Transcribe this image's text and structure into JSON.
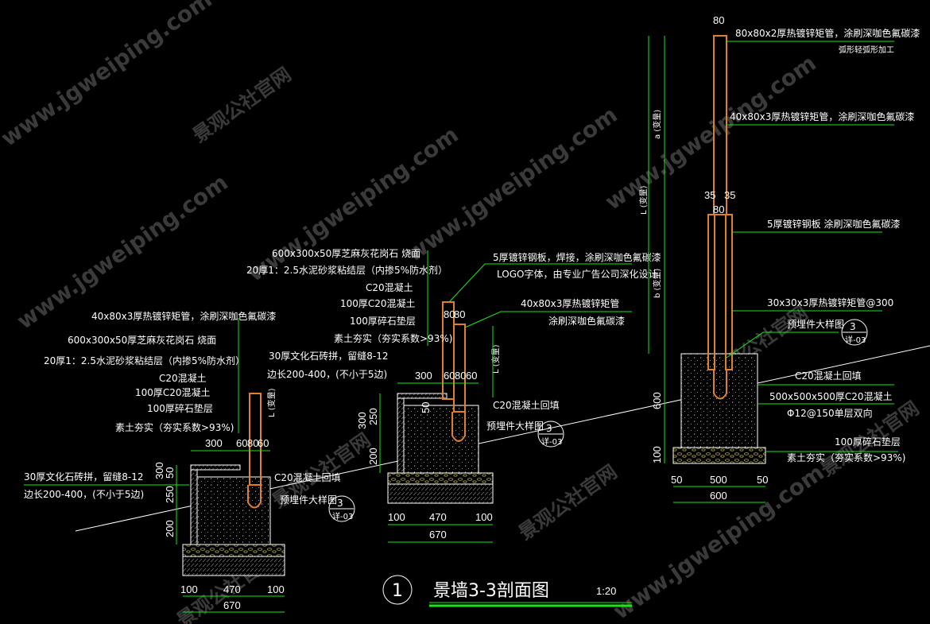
{
  "title": {
    "number": "1",
    "text": "景墙3-3剖面图",
    "scale": "1:20"
  },
  "watermark": {
    "url": "www.jgweiping.com",
    "cn": "景观公社官网"
  },
  "detail_ref": {
    "number": "3",
    "sheet": "详-03"
  },
  "colors": {
    "background": "#000000",
    "dim_line": "#19e619",
    "steel": "#e0802a",
    "text": "#ffffff",
    "concrete_hatch": "#cfcfcf",
    "gravel": "#c8c050"
  },
  "left_section": {
    "labels": [
      "40x80x3厚热镀锌矩管，涂刷深咖色氟碳漆",
      "600x300x50厚芝麻灰花岗石  烧面",
      "20厚1：2.5水泥砂浆粘结层（内掺5%防水剂）",
      "C20混凝土",
      "100厚C20混凝土",
      "100厚碎石垫层",
      "素土夯实（夯实系数>93%)"
    ],
    "stone_label_1": "30厚文化石砖拼，留缝8-12",
    "stone_label_2": "边长200-400，(不小于5边)",
    "backfill": "C20混凝土回填",
    "embed": "预埋件大样图",
    "length_tag": "L (变量)",
    "dims_top": [
      "300",
      "60",
      "80",
      "60"
    ],
    "dims_left": [
      "50",
      "250",
      "300",
      "200"
    ],
    "dims_bottom": [
      "100",
      "470",
      "100"
    ],
    "dim_total": "670"
  },
  "mid_section": {
    "labels": [
      "600x300x50厚芝麻灰花岗石  烧面",
      "20厚1：2.5水泥砂浆粘结层（内掺5%防水剂）",
      "C20混凝土",
      "100厚C20混凝土",
      "100厚碎石垫层",
      "素土夯实（夯实系数>93%)"
    ],
    "right_labels": [
      "5厚镀锌钢板，焊接，涂刷深咖色氟碳漆",
      "LOGO字体，由专业广告公司深化设计",
      "40x80x3厚热镀锌矩管",
      "涂刷深咖色氟碳漆"
    ],
    "stone_label_1": "30厚文化石砖拼，留缝8-12",
    "stone_label_2": "边长200-400，(不小于5边)",
    "backfill": "C20混凝土回填",
    "embed": "预埋件大样图",
    "length_tag": "L (变量)",
    "dims_top": [
      "300",
      "60",
      "80",
      "60"
    ],
    "dims_pipe": [
      "80",
      "80"
    ],
    "dims_left": [
      "50",
      "250",
      "300",
      "200"
    ],
    "dims_bottom": [
      "100",
      "470",
      "100"
    ],
    "dim_total": "670"
  },
  "right_section": {
    "labels": [
      "80x80x2厚热镀锌矩管，涂刷深咖色氟碳漆",
      "弧形轻弧形加工",
      "40x80x3厚热镀锌矩管，涂刷深咖色氟碳漆",
      "5厚镀锌钢板  涂刷深咖色氟碳漆",
      "30x30x3厚热镀锌矩管@300",
      "预埋件大样图",
      "C20混凝土回填",
      "500x500x500厚C20混凝土",
      "Φ12@150单层双向",
      "100厚碎石垫层",
      "素土夯实（夯实系数>93%)"
    ],
    "dims_top": [
      "80",
      "35",
      "35",
      "80"
    ],
    "length_tags": [
      "a (变量)",
      "L (变量)",
      "b (变量)"
    ],
    "dims_left": [
      "600",
      "100"
    ],
    "dims_bottom": [
      "50",
      "500",
      "50"
    ],
    "dim_total": "600"
  }
}
